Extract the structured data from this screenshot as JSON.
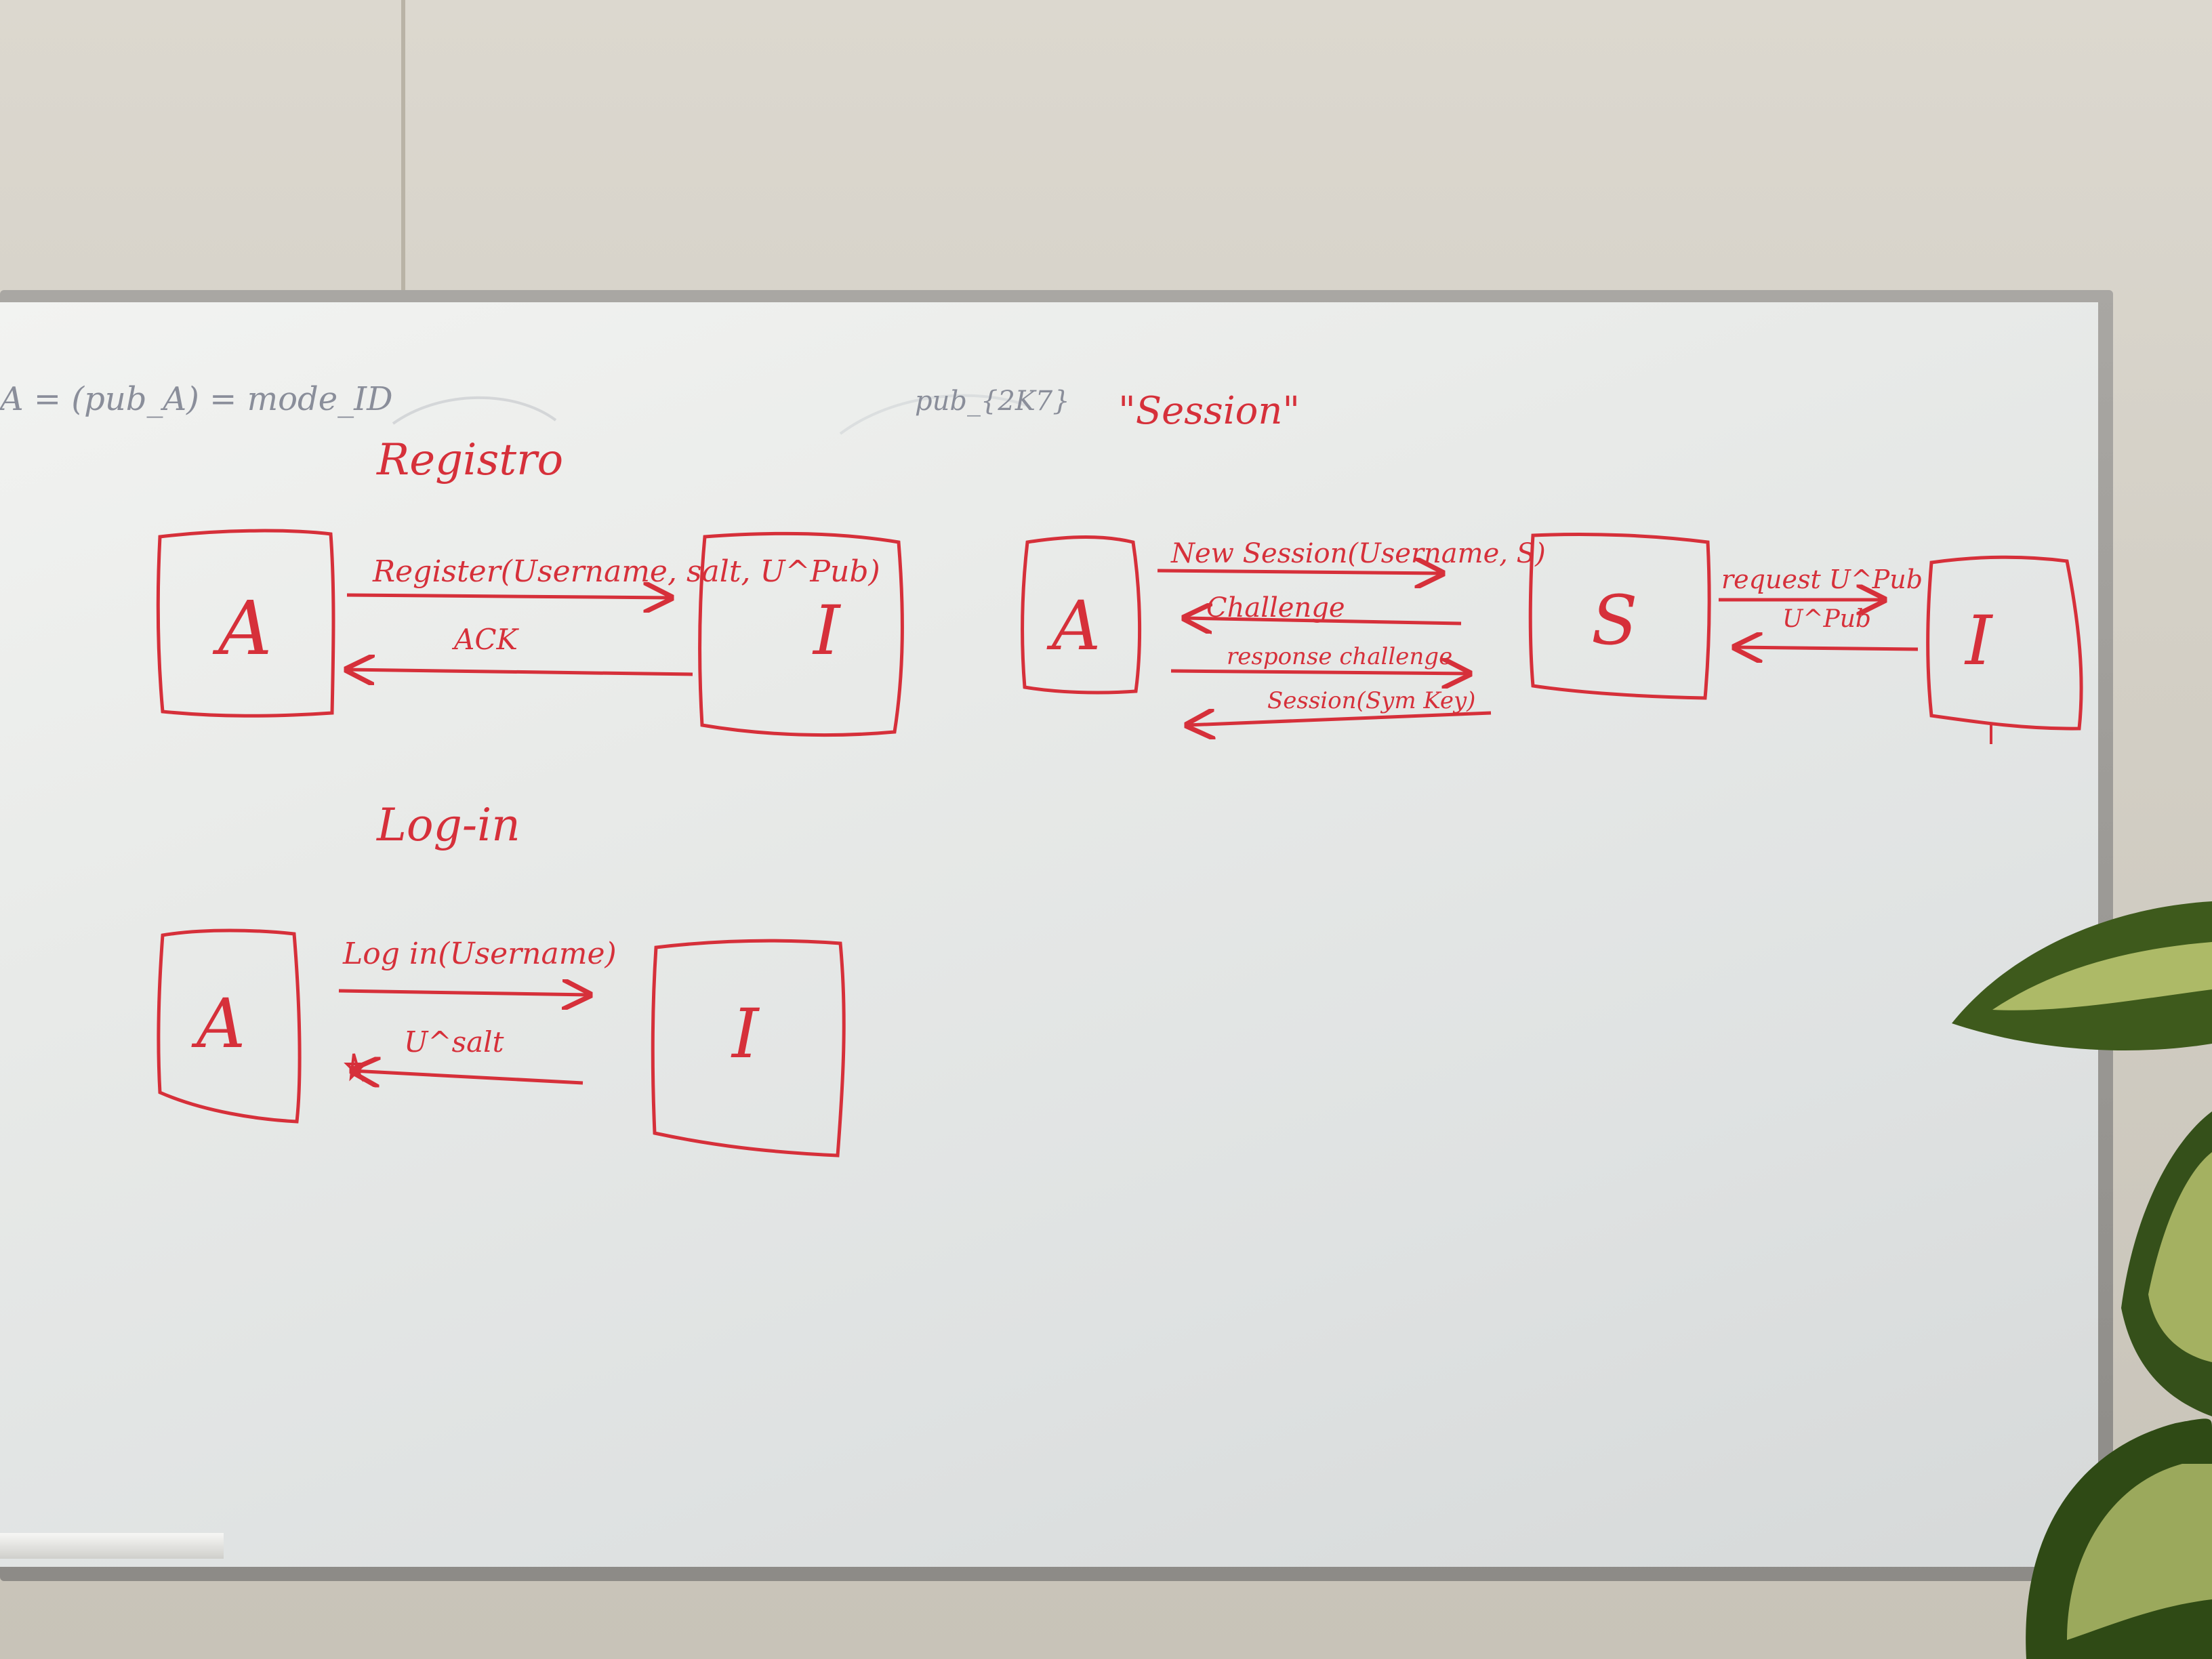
{
  "whiteboard": {
    "top_left_note": "A = (pub_A) = mode_ID",
    "top_middle_note": "pub_{2K7}",
    "sections": {
      "register": {
        "heading": "Registro",
        "node_a": "A",
        "node_i": "I",
        "message_forward": "Register(Username, salt, U^Pub)",
        "message_back": "ACK"
      },
      "login": {
        "heading": "Log-in",
        "node_a": "A",
        "node_i": "I",
        "message_forward": "Log in(Username)",
        "message_back": "U^salt"
      },
      "session": {
        "heading": "\"Session\"",
        "node_a": "A",
        "node_s": "S",
        "node_i": "I",
        "message_1": "New Session(Username, S)",
        "message_2": "Challenge",
        "message_3": "response challenge",
        "message_4": "Session(Sym Key)",
        "message_5": "request U^Pub",
        "message_6": "U^Pub"
      }
    }
  },
  "colors": {
    "marker_red": "#d6303a",
    "marker_grey": "#8a8e9a",
    "board": "#eceeec",
    "frame": "#9c9a96",
    "wall": "#d6d2c8",
    "plant_leaf": "#3e5a1c",
    "plant_variegation": "#c9d27a"
  }
}
